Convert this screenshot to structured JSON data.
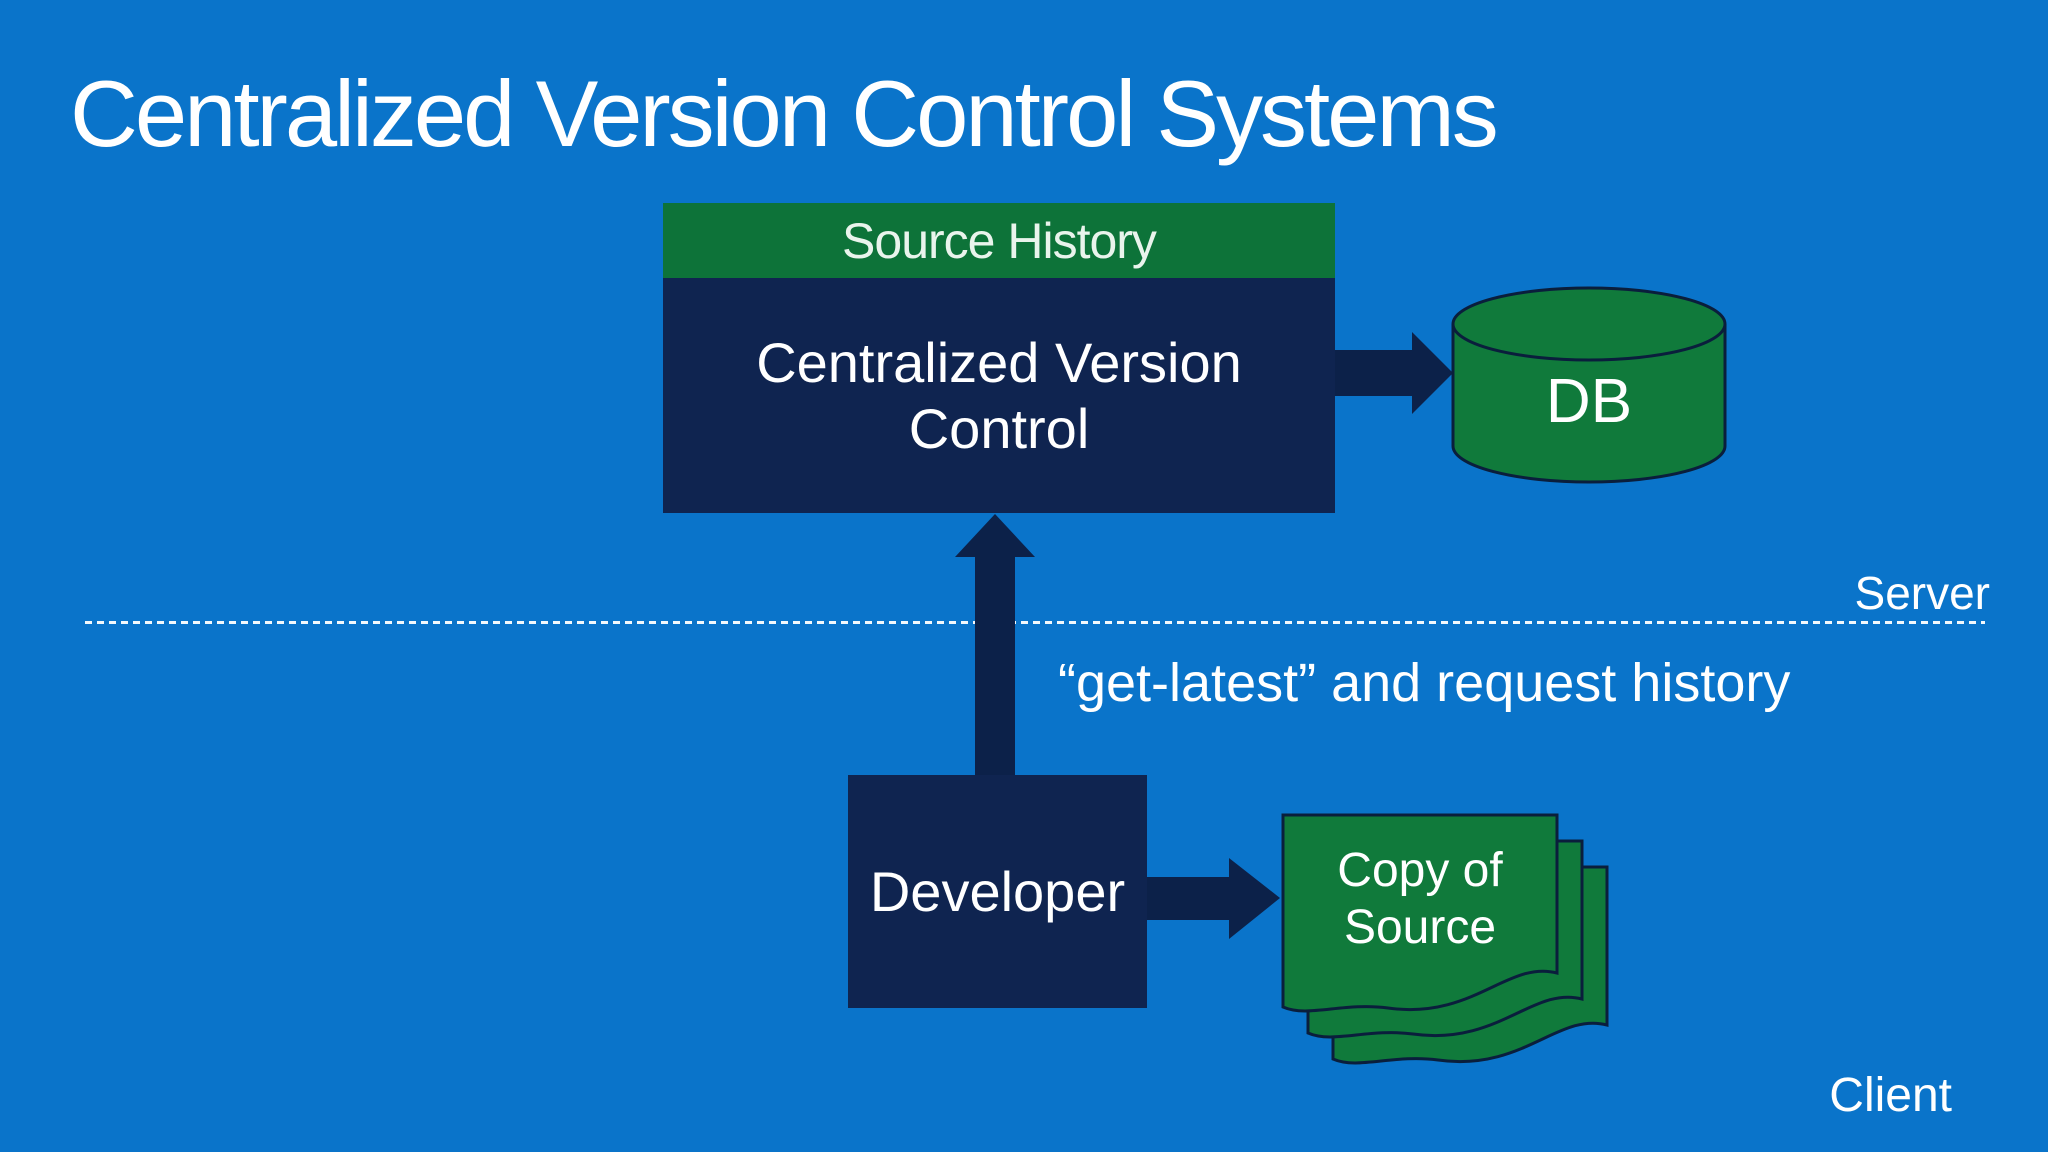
{
  "slide": {
    "title": "Centralized Version Control Systems"
  },
  "server_zone": {
    "label": "Server"
  },
  "client_zone": {
    "label": "Client"
  },
  "cvc": {
    "header_label": "Source History",
    "label_line1": "Centralized Version",
    "label_line2": "Control"
  },
  "db": {
    "label": "DB"
  },
  "developer": {
    "label": "Developer"
  },
  "copy_of_source": {
    "label_line1": "Copy of",
    "label_line2": "Source"
  },
  "annotation": {
    "text": "“get-latest” and request history"
  },
  "colors": {
    "background": "#0a74ca",
    "box_navy": "#0f2450",
    "arrow_navy": "#0c2149",
    "header_green": "#0d7339",
    "shape_green": "#107a3b",
    "outline_navy": "#0a1e3c",
    "text_white": "#ffffff"
  }
}
